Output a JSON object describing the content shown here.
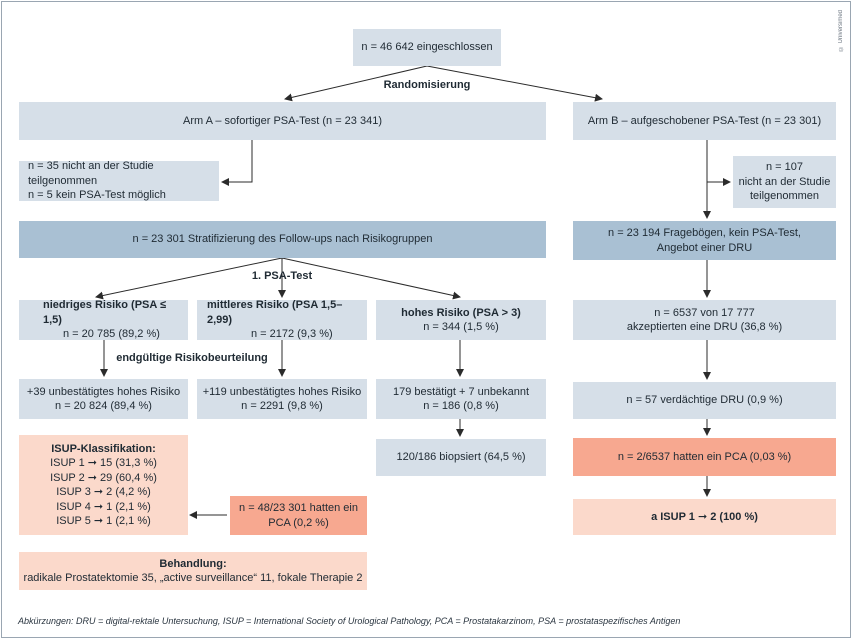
{
  "top": "n = 46 642 eingeschlossen",
  "randomization": "Randomisierung",
  "armA": "Arm A – sofortiger PSA-Test (n = 23 341)",
  "armB": "Arm B – aufgeschobener PSA-Test (n = 23 301)",
  "excludedA": {
    "line1": "n = 35 nicht an der Studie teilgenommen",
    "line2": "n = 5 kein PSA-Test möglich"
  },
  "excludedB": {
    "line1": "n = 107",
    "line2": "nicht an der Studie",
    "line3": "teilgenommen"
  },
  "stratification": "n = 23 301 Stratifizierung des Follow-ups nach Risikogruppen",
  "questionnaire": {
    "line1": "n = 23 194 Fragebögen, kein PSA-Test,",
    "line2": "Angebot einer DRU"
  },
  "firstPsa": "1. PSA-Test",
  "low": {
    "title": "niedriges Risiko (PSA ≤ 1,5)",
    "n": "n = 20 785 (89,2 %)"
  },
  "medium": {
    "title": "mittleres Risiko (PSA 1,5–2,99)",
    "n": "n = 2172 (9,3 %)"
  },
  "high": {
    "title": "hohes Risiko (PSA > 3)",
    "n": "n = 344 (1,5 %)"
  },
  "dreAccepted": {
    "line1": "n = 6537 von 17 777",
    "line2": "akzeptierten eine DRU (36,8 %)"
  },
  "finalAssessment": "endgültige Risikobeurteilung",
  "lowFinal": {
    "line1": "+39 unbestätigtes hohes Risiko",
    "line2": "n = 20 824 (89,4 %)"
  },
  "mediumFinal": {
    "line1": "+119 unbestätigtes hohes Risiko",
    "line2": "n = 2291 (9,8 %)"
  },
  "highFinal": {
    "line1": "179 bestätigt + 7 unbekannt",
    "line2": "n = 186 (0,8 %)"
  },
  "suspiciousDre": "n = 57 verdächtige DRU (0,9 %)",
  "biopsied": "120/186 biopsiert (64,5 %)",
  "pcaB": "n = 2/6537 hatten ein PCA (0,03 %)",
  "isup": {
    "title": "ISUP-Klassifikation:",
    "rows": [
      "ISUP 1 ➞ 15 (31,3 %)",
      "ISUP 2 ➞ 29 (60,4 %)",
      "ISUP 3 ➞ 2 (4,2 %)",
      "ISUP 4 ➞ 1 (2,1 %)",
      "ISUP 5 ➞ 1 (2,1 %)"
    ]
  },
  "pcaA": {
    "line1": "n = 48/23 301 hatten ein",
    "line2": "PCA (0,2 %)"
  },
  "isupB": "a ISUP 1 ➞ 2 (100 %)",
  "treatment": {
    "title": "Behandlung:",
    "text": "radikale Prostatektomie 35, „active surveillance“ 11, fokale Therapie 2"
  },
  "copyright": "© Universimed",
  "footer": "Abkürzungen: DRU = digital-rektale Untersuchung, ISUP = International Society of Urological Pathology, PCA = Prostatakarzinom, PSA = prostataspezifisches Antigen"
}
